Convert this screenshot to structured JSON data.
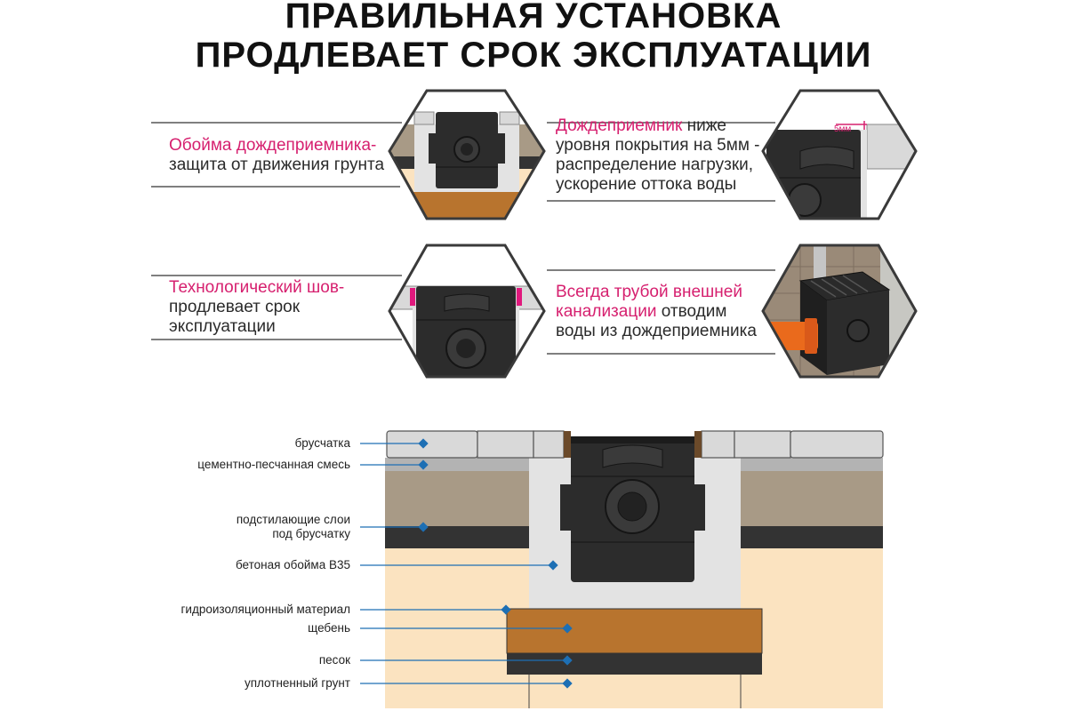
{
  "title": {
    "line1": "ПРАВИЛЬНАЯ УСТАНОВКА",
    "line2": "ПРОДЛЕВАЕТ СРОК ЭКСПЛУАТАЦИИ"
  },
  "features": [
    {
      "highlight": "Обойма дождеприемника-",
      "rest_lines": [
        "защита от движения грунта"
      ],
      "rest_inline": ""
    },
    {
      "highlight": "Дождеприемник",
      "rest_inline": " ниже",
      "rest_lines": [
        "уровня покрытия на 5мм -",
        "распределение нагрузки,",
        "ускорение оттока воды"
      ]
    },
    {
      "highlight": "Технологический шов-",
      "rest_lines": [
        "продлевает срок",
        "эксплуатации"
      ],
      "rest_inline": ""
    },
    {
      "highlight": "Всегда трубой внешней",
      "highlight2": "канализации",
      "rest_inline2": " отводим",
      "rest_lines": [
        "воды из дождеприемника"
      ]
    }
  ],
  "gap_label": "5мм",
  "layers": [
    {
      "text": "брусчатка"
    },
    {
      "text": "цементно-песчанная смесь"
    },
    {
      "line1": "подстилающие слои",
      "line2": "под брусчатку"
    },
    {
      "text": "бетоная обойма В35"
    },
    {
      "text": "гидроизоляционный материал"
    },
    {
      "text": "щебень"
    },
    {
      "text": "песок"
    },
    {
      "text": "уплотненный грунт"
    }
  ],
  "colors": {
    "accent": "#d6206f",
    "marker": "#1d6fb4",
    "paving": "#d9d9d9",
    "cement": "#b3b3b3",
    "underlay": "#a89a86",
    "dark_layer": "#333333",
    "concrete": "#e3e3e3",
    "sand": "#fbe3c0",
    "gravel": "#b8742e",
    "drain": "#2c2c2c"
  }
}
